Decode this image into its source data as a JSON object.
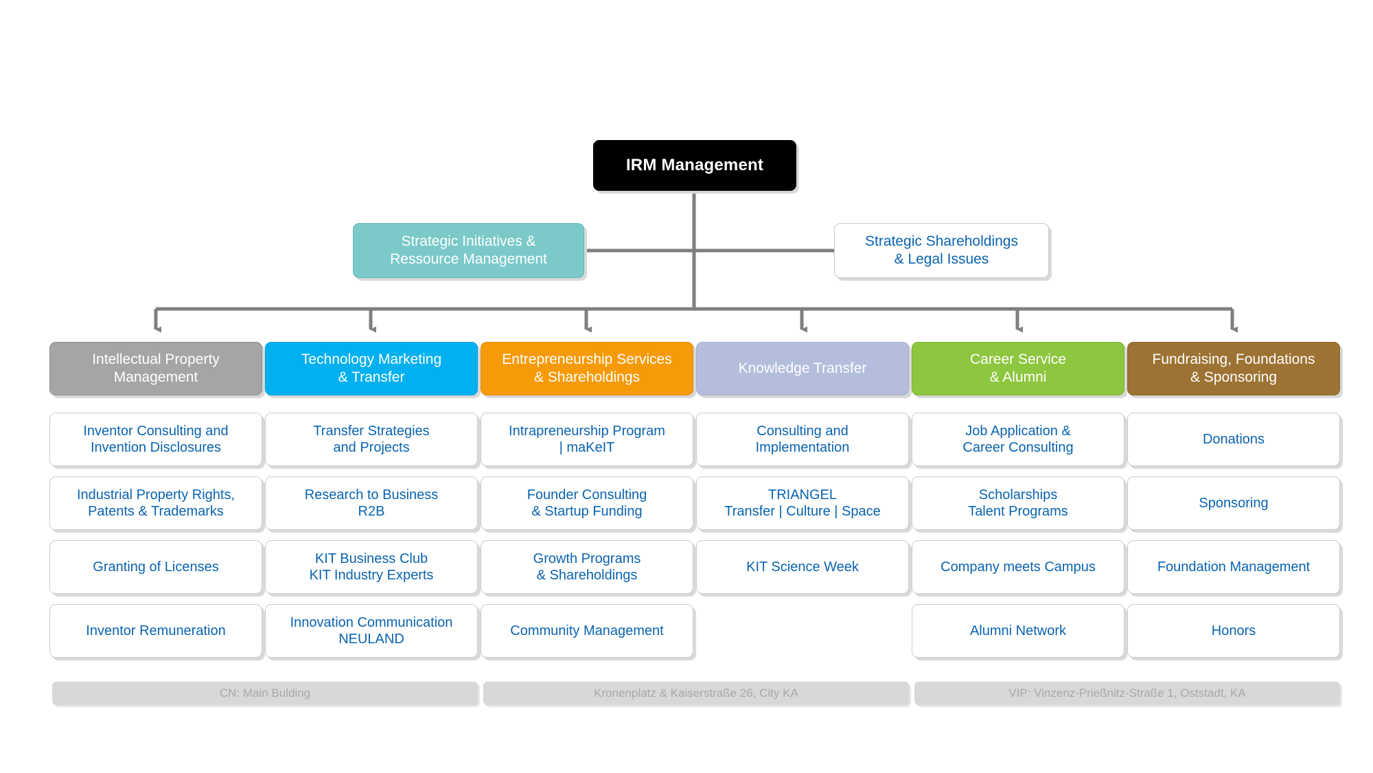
{
  "colors": {
    "root_bg": "#000000",
    "root_text": "#ffffff",
    "staff_teal": "#7bc9c9",
    "leaf_text": "#0a63b0",
    "connector": "#7f7f7f",
    "shadow": "#d9d9d9",
    "footer_bg": "#d8d8d8",
    "footer_text": "#a8a8a8"
  },
  "root": {
    "label": "IRM Management"
  },
  "staff": [
    {
      "id": "strategic-initiatives",
      "label": "Strategic Initiatives &\nRessource Management",
      "style": "filled-teal"
    },
    {
      "id": "strategic-shareholdings",
      "label": "Strategic Shareholdings\n& Legal Issues",
      "style": "plain-white"
    }
  ],
  "departments": [
    {
      "id": "intellectual-property-management",
      "label": "Intellectual Property\nManagement",
      "color": "#a5a5a5",
      "border": "#8f8f8f",
      "items": [
        "Inventor Consulting and\nInvention Disclosures",
        "Industrial Property Rights,\nPatents & Trademarks",
        "Granting of Licenses",
        "Inventor Remuneration"
      ]
    },
    {
      "id": "technology-marketing-transfer",
      "label": "Technology Marketing\n& Transfer",
      "color": "#00b0f0",
      "border": "#00a0dc",
      "items": [
        "Transfer Strategies\nand Projects",
        "Research to Business\nR2B",
        "KIT Business Club\nKIT Industry Experts",
        "Innovation Communication\nNEULAND"
      ]
    },
    {
      "id": "entrepreneurship-services-shareholdings",
      "label": "Entrepreneurship Services\n& Shareholdings",
      "color": "#f79a07",
      "border": "#e08c06",
      "items": [
        "Intrapreneurship Program\n| maKeIT",
        "Founder Consulting\n& Startup Funding",
        "Growth Programs\n& Shareholdings",
        "Community Management"
      ]
    },
    {
      "id": "knowledge-transfer",
      "label": "Knowledge Transfer",
      "color": "#b4bedc",
      "border": "#a2aece",
      "items": [
        "Consulting and\nImplementation",
        "TRIANGEL\nTransfer | Culture | Space",
        "KIT Science Week"
      ]
    },
    {
      "id": "career-service-alumni",
      "label": "Career Service\n& Alumni",
      "color": "#8dc63f",
      "border": "#7fb436",
      "items": [
        "Job Application &\nCareer Consulting",
        "Scholarships\nTalent Programs",
        "Company meets Campus",
        "Alumni Network"
      ]
    },
    {
      "id": "fundraising-foundations-sponsoring",
      "label": "Fundraising, Foundations\n& Sponsoring",
      "color": "#9c7332",
      "border": "#8a642b",
      "items": [
        "Donations",
        "Sponsoring",
        "Foundation Management",
        "Honors"
      ]
    }
  ],
  "footers": [
    {
      "id": "cn-main-building",
      "label": "CN: Main Bulding"
    },
    {
      "id": "kronenplatz",
      "label": "Kronenplatz & Kaiserstraße 26, City KA"
    },
    {
      "id": "vip-oststadt",
      "label": "VIP: Vinzenz-Prießnitz-Straße 1, Oststadt, KA"
    }
  ]
}
